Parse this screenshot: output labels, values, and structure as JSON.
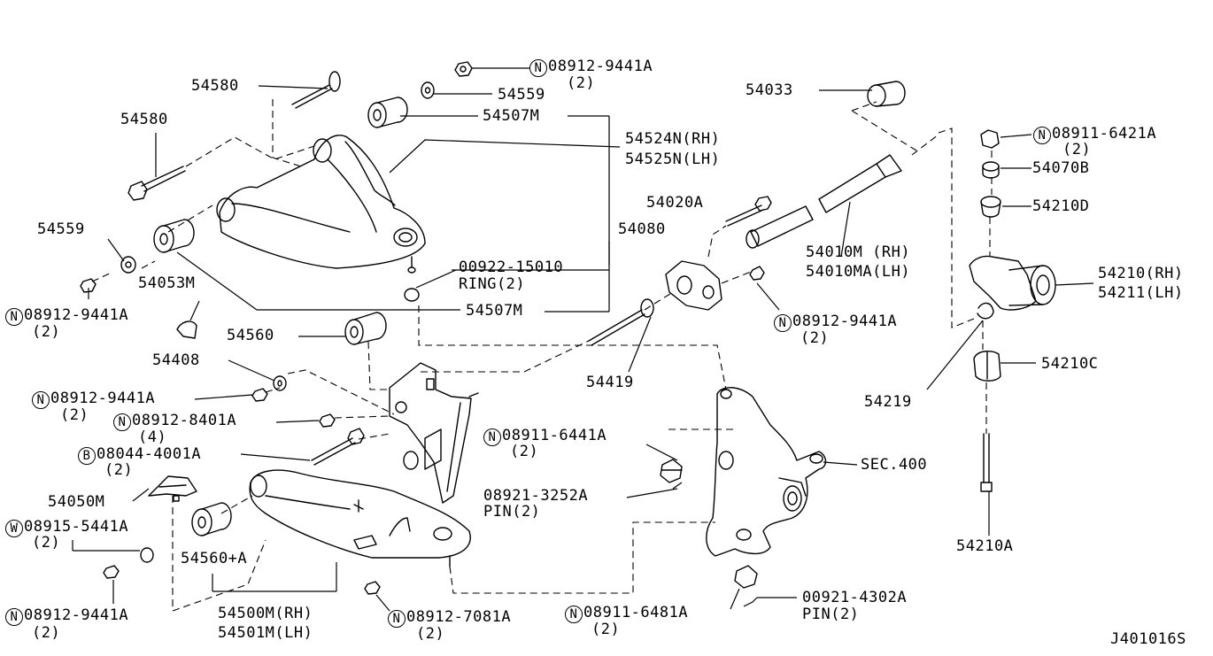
{
  "figure_code": "J401016S",
  "prefix_marks": {
    "N": "N",
    "B": "B",
    "W": "W"
  },
  "parts": {
    "p54580_top": "54580",
    "p54580_left": "54580",
    "p54559_top": "54559",
    "p54559_left": "54559",
    "p54507M_top": "54507M",
    "p54507M_mid": "54507M",
    "p54524N": "54524N(RH)",
    "p54525N": "54525N(LH)",
    "p54053M": "54053M",
    "p00922": "00922-15010",
    "ring2": "RING(2)",
    "n_08912_9441A_top": "08912-9441A",
    "n_08912_9441A_top_qty": "(2)",
    "n_08912_9441A_left": "08912-9441A",
    "n_08912_9441A_left_qty": "(2)",
    "n_08912_9441A_mid": "08912-9441A",
    "n_08912_9441A_mid_qty": "(2)",
    "n_08912_9441A_right": "08912-9441A",
    "n_08912_9441A_right_qty": "(2)",
    "n_08912_9441A_bottom": "08912-9441A",
    "n_08912_9441A_bottom_qty": "(2)",
    "n_08912_8401A": "08912-8401A",
    "n_08912_8401A_qty": "(4)",
    "b_08044_4001A": "08044-4001A",
    "b_08044_4001A_qty": "(2)",
    "w_08915_5441A": "08915-5441A",
    "w_08915_5441A_qty": "(2)",
    "n_08912_7081A": "08912-7081A",
    "n_08912_7081A_qty": "(2)",
    "n_08911_6441A": "08911-6441A",
    "n_08911_6441A_qty": "(2)",
    "n_08911_6481A": "08911-6481A",
    "n_08911_6481A_qty": "(2)",
    "n_08911_6421A": "08911-6421A",
    "n_08911_6421A_qty": "(2)",
    "p08921": "08921-3252A",
    "pin2_a": "PIN(2)",
    "p00921": "00921-4302A",
    "pin2_b": "PIN(2)",
    "p54033": "54033",
    "p54020A": "54020A",
    "p54080": "54080",
    "p54010M": "54010M (RH)",
    "p54010MA": "54010MA(LH)",
    "p54560": "54560",
    "p54408": "54408",
    "p54419": "54419",
    "p54050M": "54050M",
    "p54560A": "54560+A",
    "p54500M": "54500M(RH)",
    "p54501M": "54501M(LH)",
    "sec400": "SEC.400",
    "p54070B": "54070B",
    "p54210D": "54210D",
    "p54210": "54210(RH)",
    "p54211": "54211(LH)",
    "p54219": "54219",
    "p54210C": "54210C",
    "p54210A": "54210A"
  }
}
